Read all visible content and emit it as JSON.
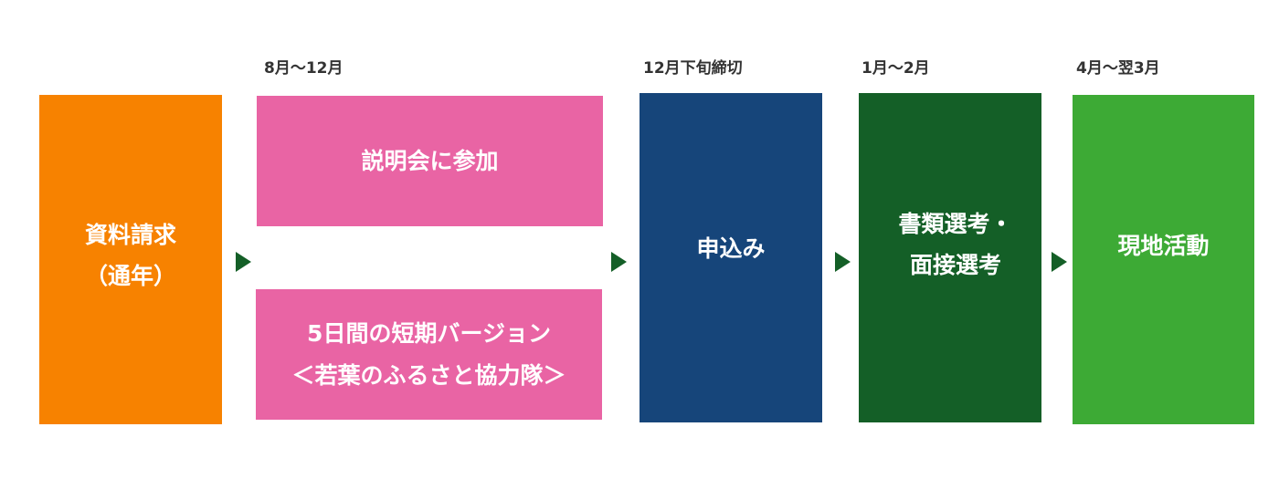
{
  "labels": {
    "explain": "8月〜12月",
    "apply": "12月下旬締切",
    "select": "1月〜2月",
    "activity": "4月〜翌3月"
  },
  "steps": {
    "request": {
      "line1": "資料請求",
      "line2": "（通年）",
      "color": "#F78200"
    },
    "briefing": {
      "text": "説明会に参加",
      "color": "#E964A4"
    },
    "short": {
      "line1": "5日間の短期バージョン",
      "line2": "＜若葉のふるさと協力隊＞",
      "color": "#E964A4"
    },
    "apply": {
      "text": "申込み",
      "color": "#16457A"
    },
    "select": {
      "line1": "書類選考・",
      "line2": "面接選考",
      "color": "#145F27"
    },
    "activity": {
      "text": "現地活動",
      "color": "#3DAA35"
    }
  },
  "arrow_color": "#145F27"
}
